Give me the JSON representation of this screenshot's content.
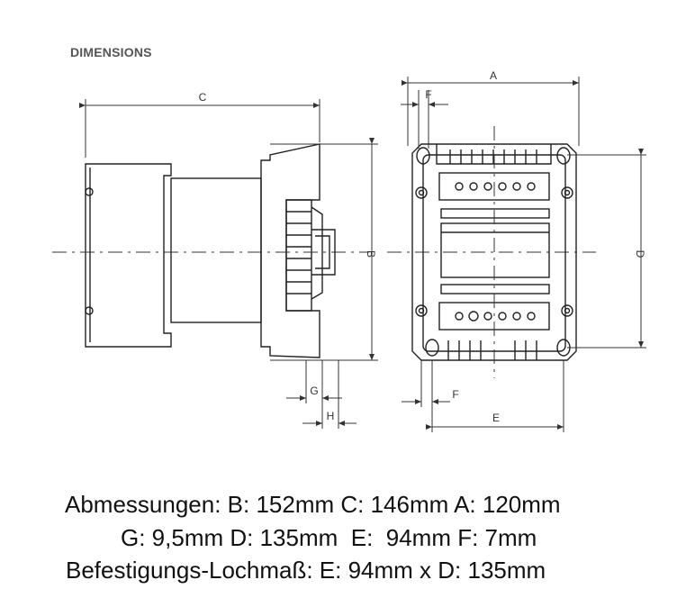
{
  "header": {
    "title": "DIMENSIONS"
  },
  "labels": {
    "A": "A",
    "B": "B",
    "C": "C",
    "D": "D",
    "E": "E",
    "F": "F",
    "G": "G",
    "H": "H"
  },
  "caption": {
    "line1": "Abmessungen: B: 152mm C: 146mm A: 120mm",
    "line2": "G: 9,5mm D: 135mm  E:  94mm F: 7mm",
    "line3": "Befestigungs-Lochmaß: E: 94mm x D: 135mm"
  }
}
